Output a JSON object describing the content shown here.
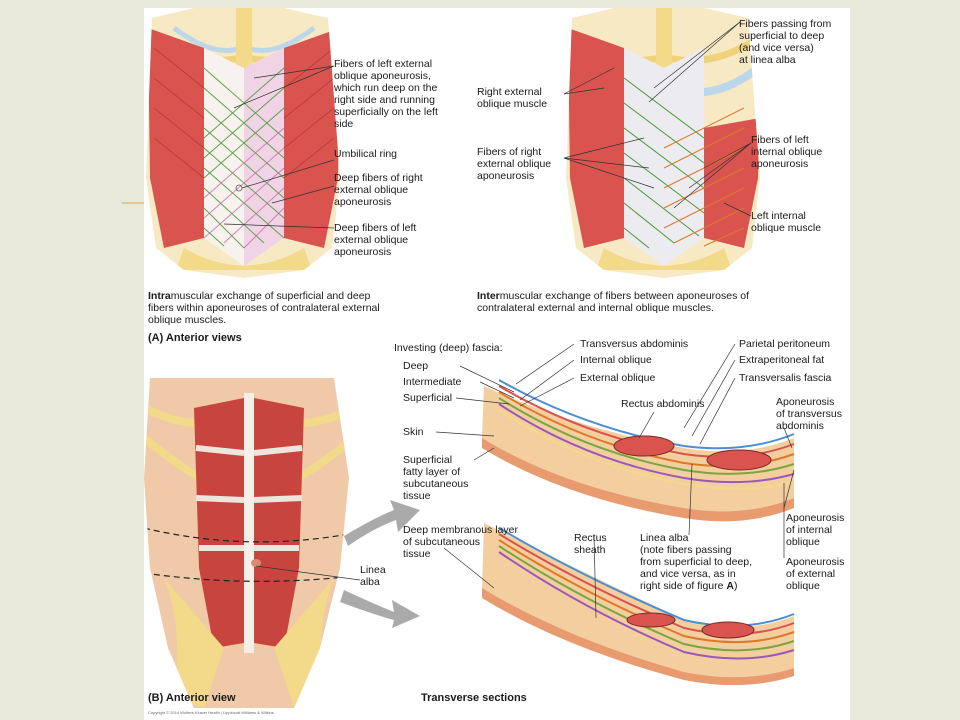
{
  "colors": {
    "slide_background": "#e9e9da",
    "accent_line": "#e5c69a",
    "muscle": "#d9534f",
    "aponeurosis_green": "#4d9a3a",
    "aponeurosis_pink": "#d98fb8",
    "orange_fibers": "#e0782a",
    "bone": "#f3d98a",
    "skin": "#f0c9a8"
  },
  "panel_a": {
    "left": {
      "labels": {
        "fibers_left_external": "Fibers of left external\noblique aponeurosis,\nwhich run deep on the\nright side and running\nsuperficially on the left\nside",
        "umbilical_ring": "Umbilical ring",
        "deep_fibers_right": "Deep fibers of right\nexternal oblique\naponeurosis",
        "deep_fibers_left": "Deep fibers of left\nexternal oblique\naponeurosis"
      },
      "caption_bold": "Intra",
      "caption_rest": "muscular exchange of superficial and deep fibers within aponeuroses of contralateral external oblique muscles."
    },
    "right": {
      "labels": {
        "fibers_passing": "Fibers passing from\nsuperficial to deep\n(and vice versa)\nat linea alba",
        "right_external_muscle": "Right external\noblique muscle",
        "fibers_right_external": "Fibers of right\nexternal oblique\naponeurosis",
        "fibers_left_internal": "Fibers of left\ninternal oblique\naponeurosis",
        "left_internal_muscle": "Left internal\noblique muscle"
      },
      "caption_bold": "Inter",
      "caption_rest": "muscular exchange of fibers between aponeuroses of contralateral external and internal oblique muscles."
    },
    "title": "(A) Anterior views"
  },
  "panel_b": {
    "labels": {
      "investing_fascia": "Investing (deep) fascia:",
      "deep": "Deep",
      "intermediate": "Intermediate",
      "superficial": "Superficial",
      "skin": "Skin",
      "superficial_fatty": "Superficial\nfatty layer of\nsubcutaneous\ntissue",
      "deep_membranous": "Deep membranous layer\nof subcutaneous\ntissue",
      "transversus_abdominis": "Transversus abdominis",
      "internal_oblique": "Internal oblique",
      "external_oblique": "External oblique",
      "rectus_abdominis": "Rectus abdominis",
      "parietal_peritoneum": "Parietal peritoneum",
      "extraperitoneal_fat": "Extraperitoneal fat",
      "transversalis_fascia": "Transversalis fascia",
      "aponeurosis_transversus": "Aponeurosis\nof transversus\nabdominis",
      "aponeurosis_internal": "Aponeurosis\nof internal\noblique",
      "aponeurosis_external": "Aponeurosis\nof external\noblique",
      "rectus_sheath": "Rectus\nsheath",
      "linea_alba_note": "Linea alba\n(note fibers passing\nfrom superficial to deep,\nand vice versa, as in\nright side of figure ",
      "linea_alba_note_bold": "A",
      "linea_alba_note_end": ")",
      "linea_alba": "Linea\nalba"
    },
    "title": "(B) Anterior view",
    "sections_title": "Transverse sections",
    "copyright": "Copyright © 2014 Wolters Kluwer Health | Lippincott Williams & Wilkins"
  }
}
